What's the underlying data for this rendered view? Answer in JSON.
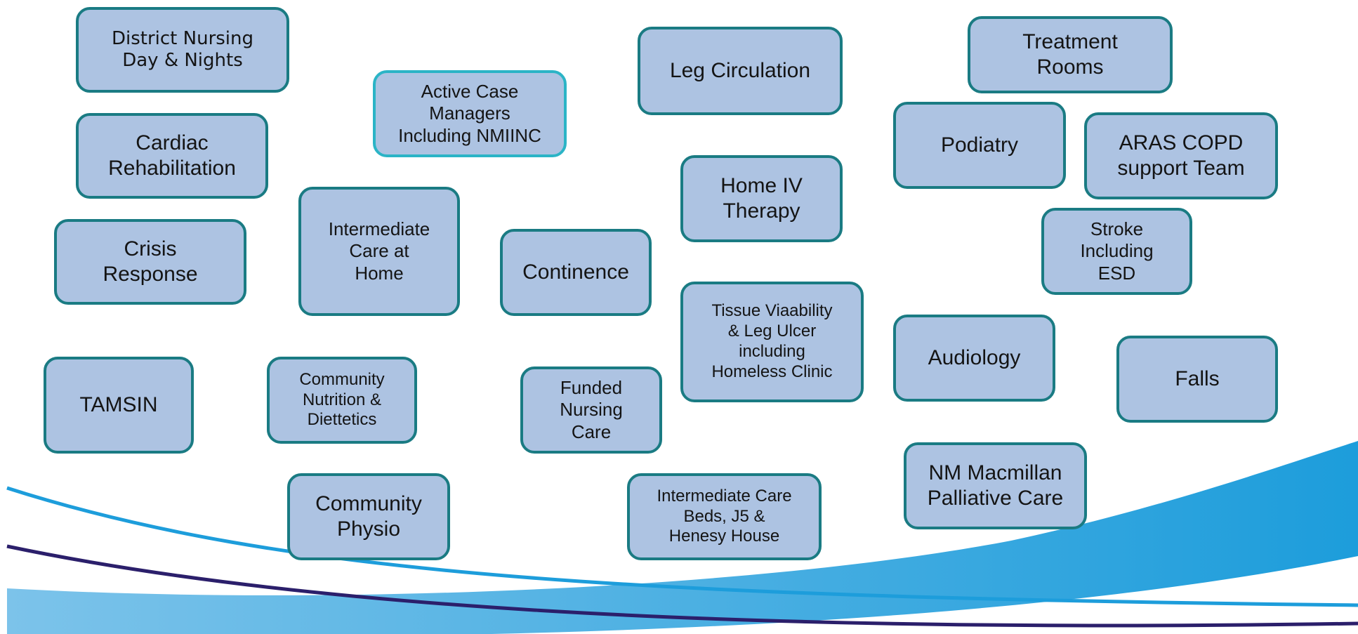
{
  "colors": {
    "box_fill": "#adc3e2",
    "box_border": "#1a7b83",
    "box_border_alt": "#2bb4c6",
    "wave_light": "#7cc3ea",
    "wave_dark": "#1d9ddb",
    "line_navy": "#2b1f6b"
  },
  "services": {
    "district_nursing": "District Nursing\nDay  & Nights",
    "cardiac_rehab": "Cardiac\nRehabilitation",
    "crisis_response": "Crisis\nResponse",
    "tamsin": "TAMSIN",
    "active_case_managers": "Active Case\nManagers\nIncluding NMIINC",
    "intermediate_care_home": "Intermediate\nCare at\nHome",
    "community_nutrition": "Community\nNutrition &\nDiettetics",
    "community_physio": "Community\nPhysio",
    "continence": "Continence",
    "funded_nursing_care": "Funded\nNursing\nCare",
    "leg_circulation": "Leg Circulation",
    "home_iv_therapy": "Home IV\nTherapy",
    "tissue_viability": "Tissue Viaability\n& Leg Ulcer\nincluding\nHomeless Clinic",
    "intermediate_care_beds": "Intermediate Care\nBeds, J5 &\nHenesy House",
    "treatment_rooms": "Treatment\nRooms",
    "podiatry": "Podiatry",
    "aras_copd": "ARAS COPD\nsupport Team",
    "stroke": "Stroke\nIncluding\nESD",
    "audiology": "Audiology",
    "falls": "Falls",
    "nm_macmillan": "NM Macmillan\nPalliative Care"
  }
}
